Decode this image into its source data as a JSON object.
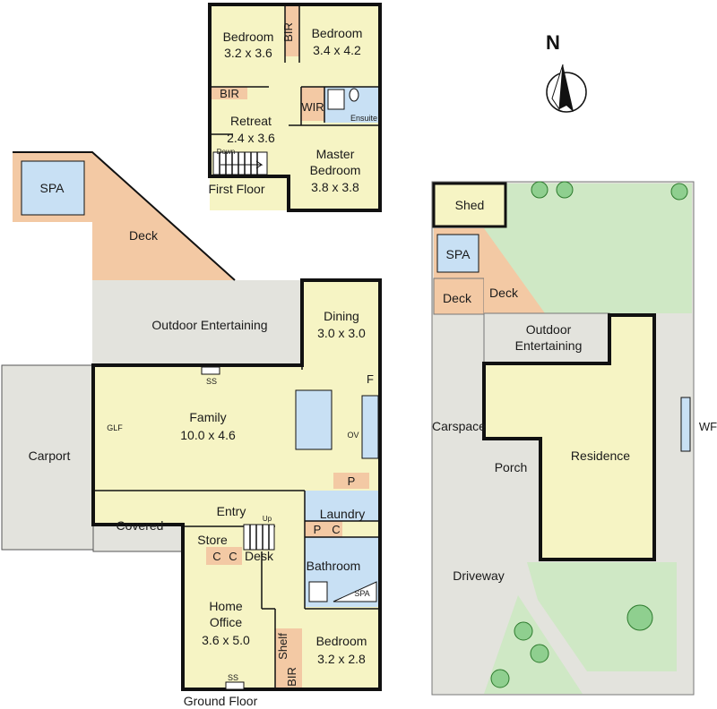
{
  "compass": {
    "north_label": "N"
  },
  "first_floor": {
    "title": "First Floor",
    "bedroom1": {
      "name": "Bedroom",
      "size": "3.2 x 3.6"
    },
    "bedroom2": {
      "name": "Bedroom",
      "size": "3.4 x 4.2"
    },
    "bir_top": "BIR",
    "bir_left": "BIR",
    "retreat": {
      "name": "Retreat",
      "size": "2.4 x 3.6"
    },
    "wir": "WIR",
    "ensuite": "Ensuite",
    "master": {
      "name1": "Master",
      "name2": "Bedroom",
      "size": "3.8 x 3.8"
    },
    "stairs_down": "Down"
  },
  "ground_floor": {
    "title": "Ground Floor",
    "spa": "SPA",
    "deck": "Deck",
    "outdoor_entertaining": "Outdoor Entertaining",
    "dining": {
      "name": "Dining",
      "size": "3.0 x 3.0"
    },
    "family": {
      "name": "Family",
      "size": "10.0 x 4.6"
    },
    "glf": "GLF",
    "ss_family": "SS",
    "fridge": "F",
    "oven": "OV",
    "pantry": "P",
    "carport": "Carport",
    "covered": "Covered",
    "entry": "Entry",
    "stairs_up": "Up",
    "store": "Store",
    "cupboard1": "C",
    "cupboard2": "C",
    "desk": "Desk",
    "laundry": "Laundry",
    "laundry_p": "P",
    "laundry_c": "C",
    "bathroom": "Bathroom",
    "bath_spa": "SPA",
    "home_office": {
      "name1": "Home",
      "name2": "Office",
      "size": "3.6 x 5.0"
    },
    "ss_office": "SS",
    "shelf": "Shelf",
    "bir": "BIR",
    "bedroom": {
      "name": "Bedroom",
      "size": "3.2 x 2.8"
    }
  },
  "site_plan": {
    "shed": "Shed",
    "spa": "SPA",
    "deck1": "Deck",
    "deck2": "Deck",
    "outdoor1": "Outdoor",
    "outdoor2": "Entertaining",
    "carspace": "Carspace",
    "porch": "Porch",
    "residence": "Residence",
    "driveway": "Driveway",
    "wf": "WF"
  },
  "colors": {
    "room": "#f6f4c4",
    "wet": "#c8e0f4",
    "deck": "#f3c9a4",
    "outdoor": "#e3e3dd",
    "lawn": "#cfe8c5",
    "wall": "#111111"
  }
}
